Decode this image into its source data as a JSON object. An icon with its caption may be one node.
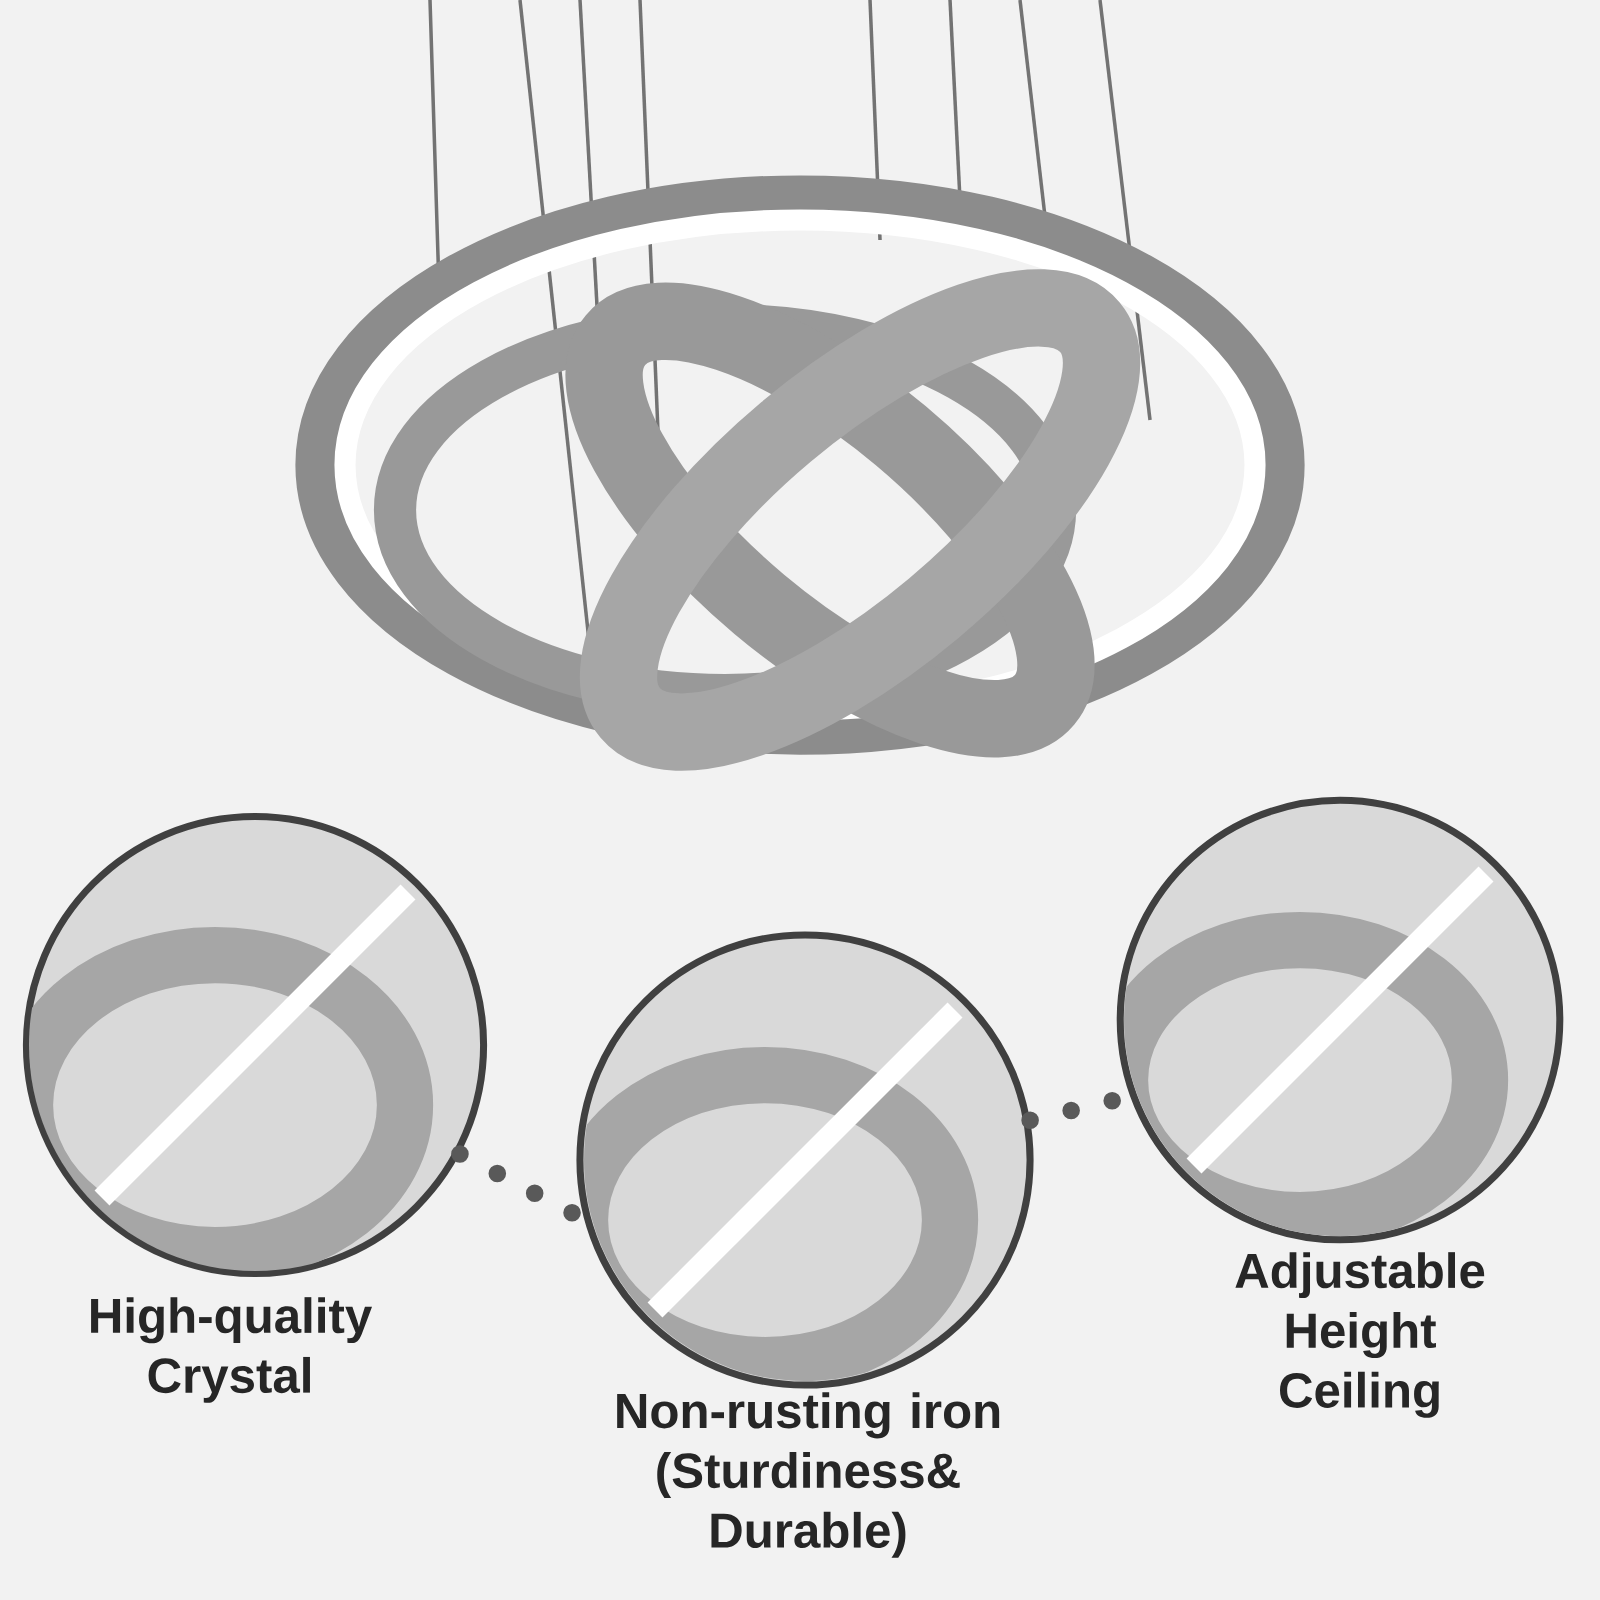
{
  "diagram": {
    "nodes": [
      {
        "text": [],
        "shape": "picture",
        "beside": [
          "High-quality Crystal"
        ]
      },
      {
        "text": [],
        "shape": "picture",
        "beside": [
          "Non-rusting iron (Sturdiness& Durable)"
        ]
      },
      {
        "text": [],
        "shape": "picture",
        "beside": [
          "Adjustable Height Ceiling"
        ]
      }
    ],
    "edges": [
      {
        "from": 0,
        "to": 1,
        "arrow": "none",
        "style": "dashed"
      },
      {
        "from": 1,
        "to": 2,
        "arrow": "none",
        "style": "dashed"
      }
    ]
  }
}
